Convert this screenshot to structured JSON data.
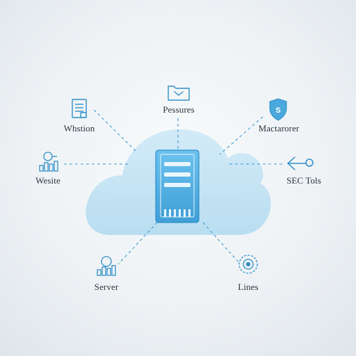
{
  "colors": {
    "accent": "#2e8fc7",
    "cloud": "#b9dff2",
    "server": "#5bb6e6",
    "label": "#2b3540"
  },
  "nodes": [
    {
      "id": "top",
      "label": "Pessures",
      "icon": "folder-icon"
    },
    {
      "id": "top-left",
      "label": "Whstion",
      "icon": "document-icon"
    },
    {
      "id": "top-right",
      "label": "Mactarorer",
      "icon": "shield-icon"
    },
    {
      "id": "left",
      "label": "Wesite",
      "icon": "user-chart-icon"
    },
    {
      "id": "right",
      "label": "SEC Tols",
      "icon": "arrow-link-icon"
    },
    {
      "id": "bottom-left",
      "label": "Server",
      "icon": "user-chart-icon"
    },
    {
      "id": "bottom-right",
      "label": "Lines",
      "icon": "target-icon"
    }
  ],
  "center": {
    "icon": "server-icon"
  }
}
